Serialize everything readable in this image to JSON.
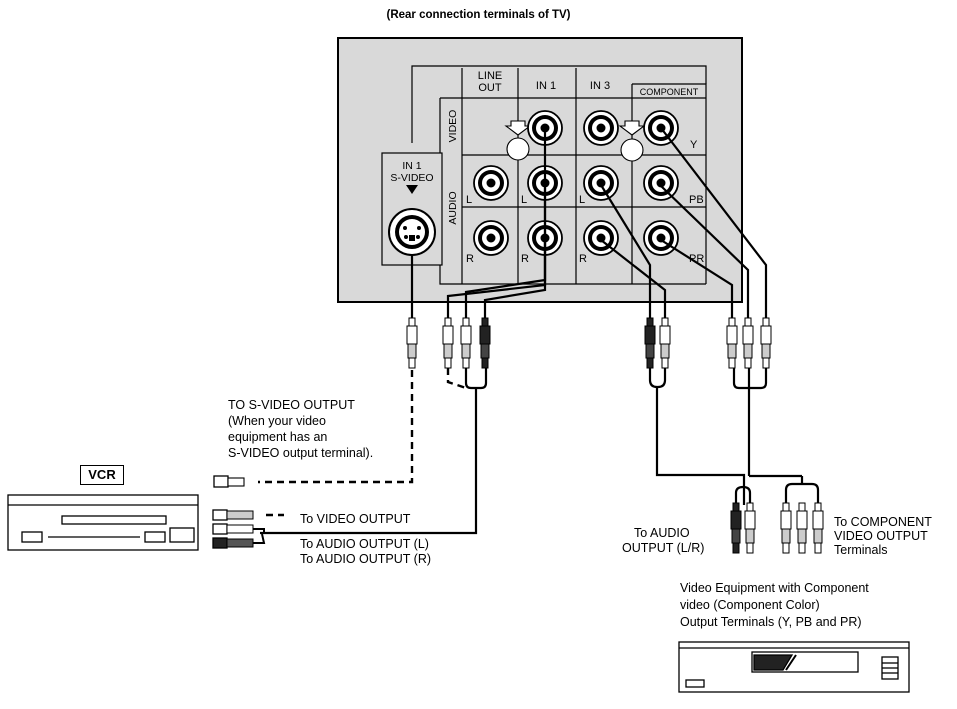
{
  "title": "(Rear connection terminals of TV)",
  "panel": {
    "line_out": [
      "LINE",
      "OUT"
    ],
    "in1": "IN 1",
    "in3": "IN 3",
    "component": "COMPONENT",
    "video": "VIDEO",
    "audio": "AUDIO",
    "svideo": [
      "IN 1",
      "S-VIDEO"
    ],
    "jack_labels": {
      "l_left": "L",
      "l_in1": "L",
      "l_in3": "L",
      "r_left": "R",
      "r_in1": "R",
      "r_in3": "R",
      "y": "Y",
      "pb": "PB",
      "pr": "PR"
    }
  },
  "vcr_tag": "VCR",
  "labels": {
    "svideo_out": [
      "TO S-VIDEO OUTPUT",
      "(When your video",
      "equipment has an",
      "S-VIDEO output terminal)."
    ],
    "to_video_output": "To VIDEO OUTPUT",
    "to_audio_output": [
      "To AUDIO OUTPUT (L)",
      "To AUDIO OUTPUT (R)"
    ],
    "to_audio_lr": [
      "To AUDIO",
      "OUTPUT (L/R)"
    ],
    "to_component": [
      "To COMPONENT",
      "VIDEO OUTPUT",
      "Terminals"
    ],
    "equipment": [
      "Video Equipment with Component",
      "video (Component Color)",
      "Output Terminals (Y, PB and PR)"
    ]
  },
  "colors": {
    "panel_fill": "#d9d9d9",
    "line": "#000000"
  }
}
